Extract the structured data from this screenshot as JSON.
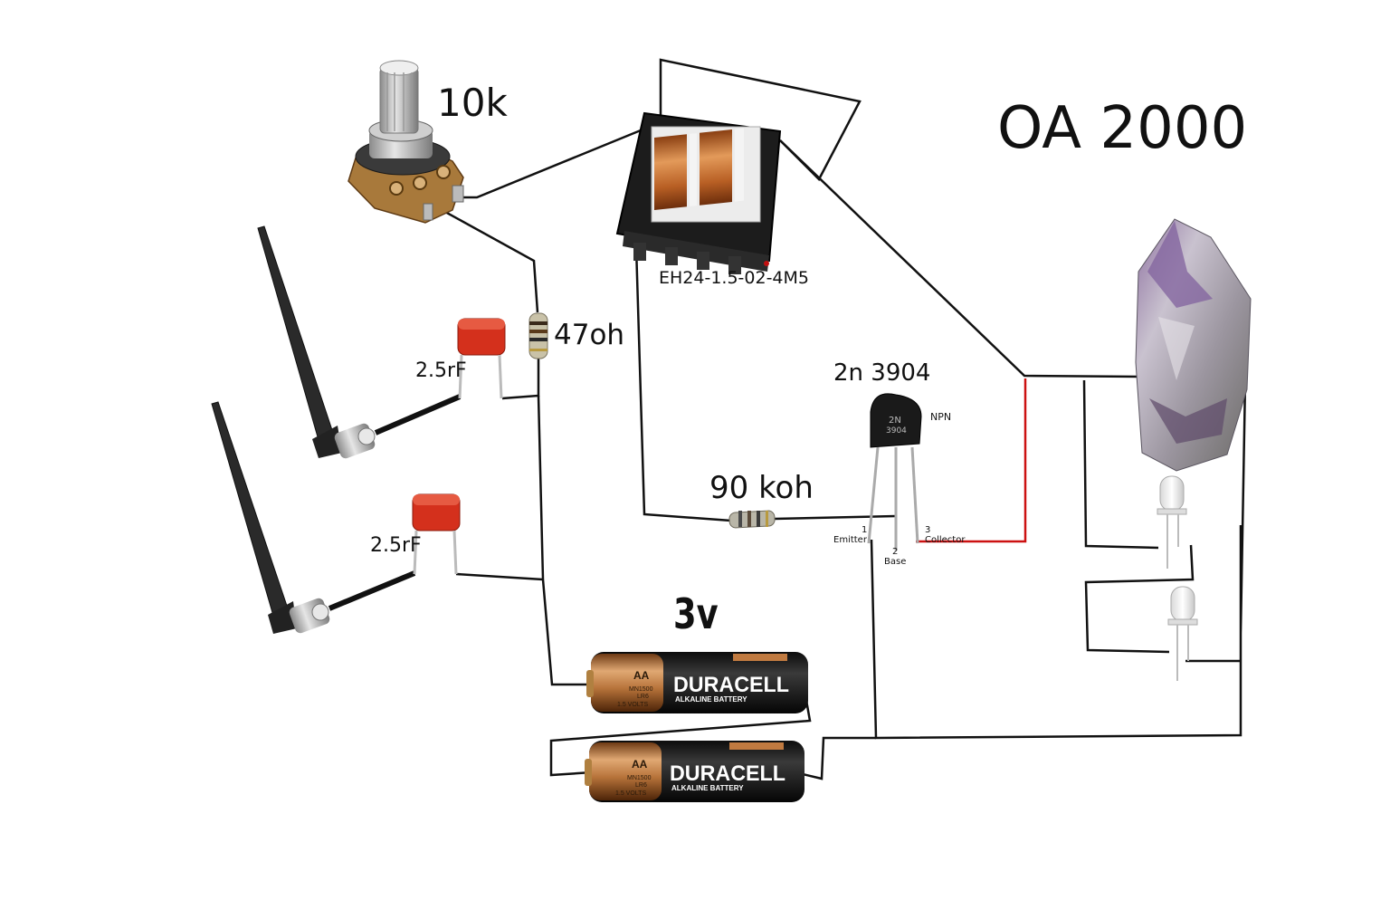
{
  "title": "OA 2000",
  "labels": {
    "potentiometer": "10k",
    "transformer": "EH24-1.5-02-4M5",
    "resistor_47": "47oh",
    "capacitor_1": "2.5rF",
    "capacitor_2": "2.5rF",
    "resistor_90": "90 koh",
    "transistor": "2n 3904",
    "battery_voltage": "3v"
  },
  "transistor": {
    "body_text_1": "2N",
    "body_text_2": "3904",
    "type": "NPN",
    "pin1_num": "1",
    "pin1": "Emitter",
    "pin2_num": "2",
    "pin2": "Base",
    "pin3_num": "3",
    "pin3": "Collector"
  },
  "battery": {
    "brand": "DURACELL",
    "subtitle": "ALKALINE BATTERY",
    "size": "AA",
    "code1": "MN1500",
    "code2": "LR6",
    "volts": "1.5 VOLTS"
  },
  "colors": {
    "wire": "#111111",
    "collector_wire": "#cc1111",
    "capacitor": "#d4301c",
    "copper": "#c8743a",
    "amethyst": "#7a5a8c",
    "battery_copper": "#c07a40"
  },
  "icons": [
    "potentiometer-icon",
    "transformer-icon",
    "antenna-icon",
    "capacitor-icon",
    "resistor-icon",
    "transistor-icon",
    "battery-icon",
    "crystal-icon",
    "led-icon"
  ]
}
